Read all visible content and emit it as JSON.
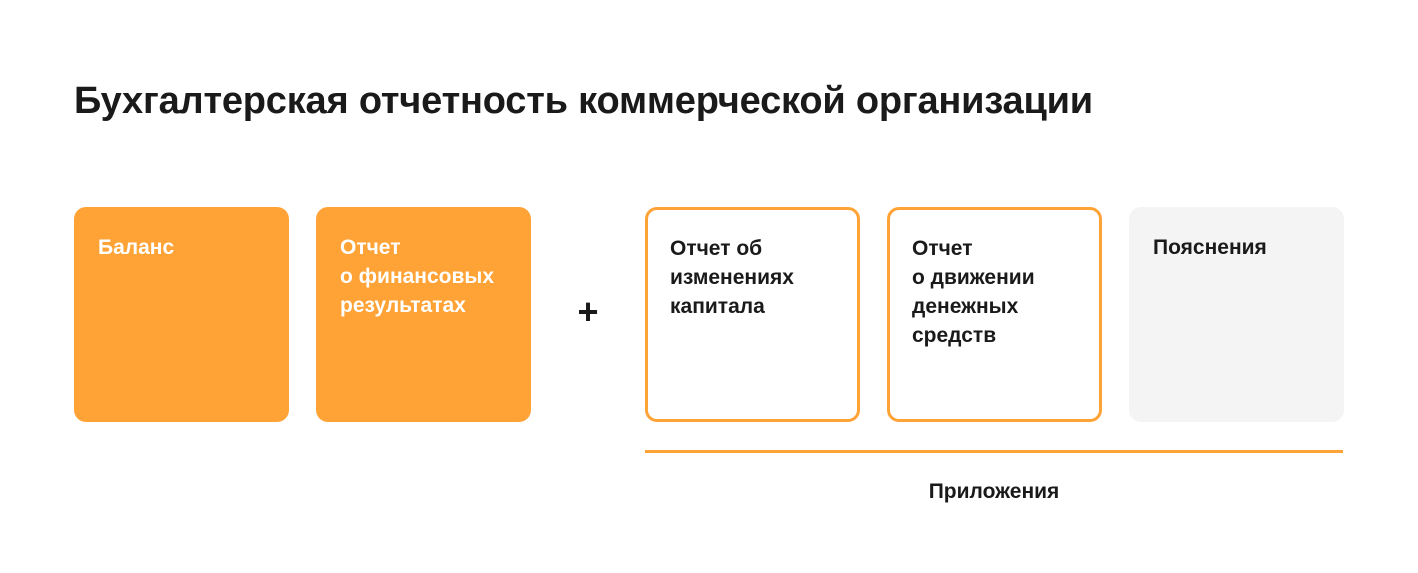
{
  "title": "Бухгалтерская отчетность коммерческой организации",
  "colors": {
    "accent": "#FFA337",
    "gray_card": "#F4F4F4",
    "text": "#1a1a1a"
  },
  "main_reports": [
    {
      "label": "Баланс"
    },
    {
      "label": "Отчет\nо финансовых\nрезультатах"
    }
  ],
  "plus": "+",
  "appendices": [
    {
      "label": "Отчет об\nизменениях\nкапитала"
    },
    {
      "label": "Отчет\nо движении\nденежных\nсредств"
    },
    {
      "label": "Пояснения"
    }
  ],
  "appendix_group_label": "Приложения"
}
